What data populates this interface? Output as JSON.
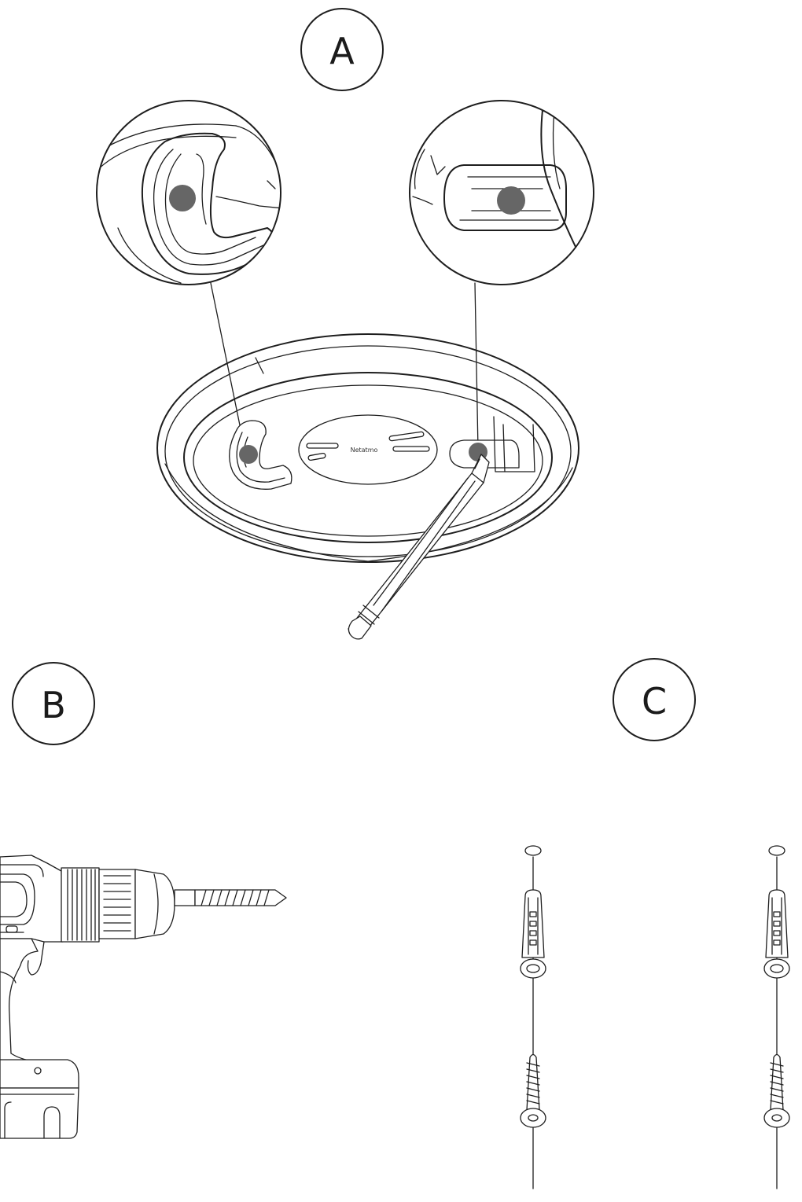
{
  "steps": {
    "a": {
      "label": "A"
    },
    "b": {
      "label": "B"
    },
    "c": {
      "label": "C"
    }
  },
  "mounting_plate": {
    "logo_text": "Netatmo"
  },
  "colors": {
    "line": "#1e1e1e",
    "marker": "#666666",
    "background": "#ffffff"
  }
}
